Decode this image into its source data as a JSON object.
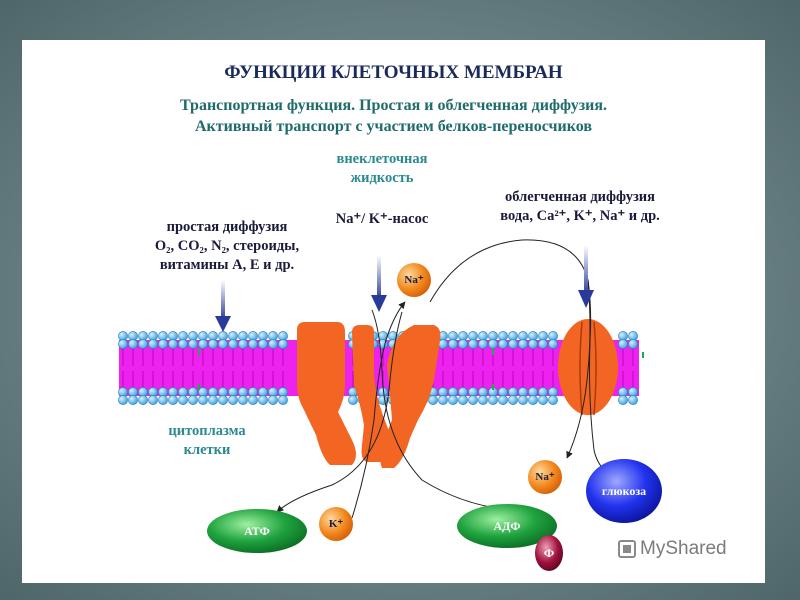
{
  "title": "ФУНКЦИИ КЛЕТОЧНЫХ МЕМБРАН",
  "subtitle_line1": "Транспортная функция. Простая и облегченная диффузия.",
  "subtitle_line2": "Активный транспорт с участием белков-переносчиков",
  "extracellular_line1": "внеклеточная",
  "extracellular_line2": "жидкость",
  "pump_label": "Na⁺/ K⁺-насос",
  "simple_diffusion_title": "простая диффузия",
  "simple_diffusion_line2": "O₂, CO₂, N₂, стероиды,",
  "simple_diffusion_line3": "витамины А, Е и др.",
  "facilitated_title": "облегченная диффузия",
  "facilitated_line2": "вода, Ca²⁺, K⁺, Na⁺ и др.",
  "cytoplasm_line1": "цитоплазма",
  "cytoplasm_line2": "клетки",
  "na_top": "Na⁺",
  "na_bottom": "Na⁺",
  "k_label": "K⁺",
  "atp_label": "АТФ",
  "adp_label": "АДФ",
  "phosphate_label": "Ф",
  "glucose_label": "глюкоза",
  "watermark": "MyShared",
  "colors": {
    "membrane_tails": "#ee22ee",
    "phospholipid_heads": "#66bbee",
    "protein": "#f26522",
    "atp": "#1a9a3a",
    "glucose": "#2233ee",
    "phosphate": "#a0103a"
  }
}
